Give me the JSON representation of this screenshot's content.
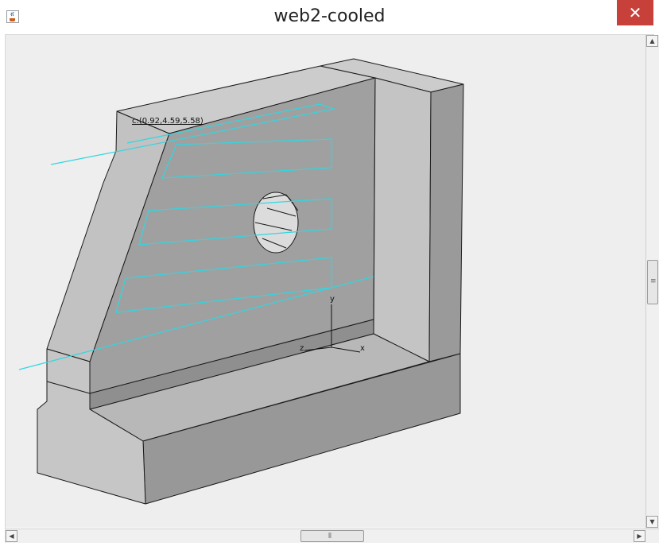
{
  "window": {
    "title": "web2-cooled",
    "app_icon": "java-cup-icon",
    "close_glyph": "✕"
  },
  "viewport": {
    "probe_label": "c:(0.92,4.59,5.58)",
    "axes": {
      "y": "y",
      "x": "x",
      "z": "z"
    }
  },
  "colors": {
    "canvas": "#eeeeee",
    "outline_cyan": "#32d6e0",
    "close_red": "#c7403a"
  }
}
